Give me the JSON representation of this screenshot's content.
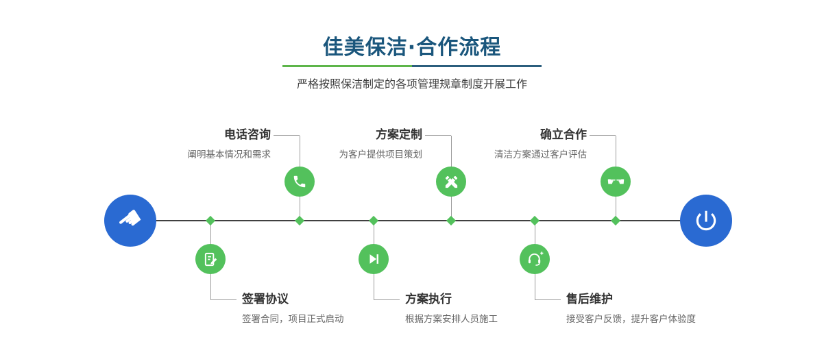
{
  "header": {
    "title": "佳美保洁·合作流程",
    "subtitle": "严格按照保洁制定的各项管理规章制度开展工作"
  },
  "flow": {
    "start": {
      "icon": "pointing-hand-icon"
    },
    "end": {
      "icon": "power-icon"
    },
    "steps_top": [
      {
        "label": "电话咨询",
        "desc": "阐明基本情况和需求",
        "icon": "phone-icon"
      },
      {
        "label": "方案定制",
        "desc": "为客户提供项目策划",
        "icon": "design-tools-icon"
      },
      {
        "label": "确立合作",
        "desc": "清洁方案通过客户评估",
        "icon": "handshake-icon"
      }
    ],
    "steps_bottom": [
      {
        "label": "签署协议",
        "desc": "签署合同，项目正式启动",
        "icon": "contract-icon"
      },
      {
        "label": "方案执行",
        "desc": "根据方案安排人员施工",
        "icon": "execute-icon"
      },
      {
        "label": "售后维护",
        "desc": "接受客户反馈，提升客户体验度",
        "icon": "headset-icon"
      }
    ]
  },
  "icons": {
    "hand_glyph": "☚",
    "handshake_glyph": "☛☚"
  },
  "colors": {
    "accent_green": "#53c15c",
    "accent_blue": "#2a6ad2",
    "title_blue": "#1a567c",
    "divider_green": "#5db54a",
    "divider_blue": "#2b5e7d"
  }
}
